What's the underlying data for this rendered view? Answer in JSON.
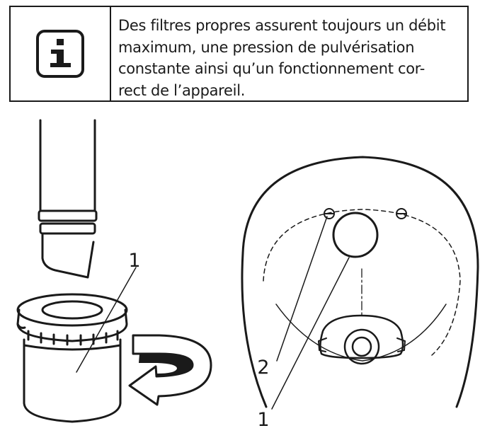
{
  "note": {
    "icon": "info-icon",
    "lines": [
      "Des filtres propres assurent toujours un débit",
      "maximum, une pression de pulvérisation",
      "constante ainsi qu’un fonctionnement cor-",
      "rect de l’appareil."
    ]
  },
  "illustration": {
    "left_callout": "1",
    "right_callout_upper": "2",
    "right_callout_lower": "1"
  }
}
